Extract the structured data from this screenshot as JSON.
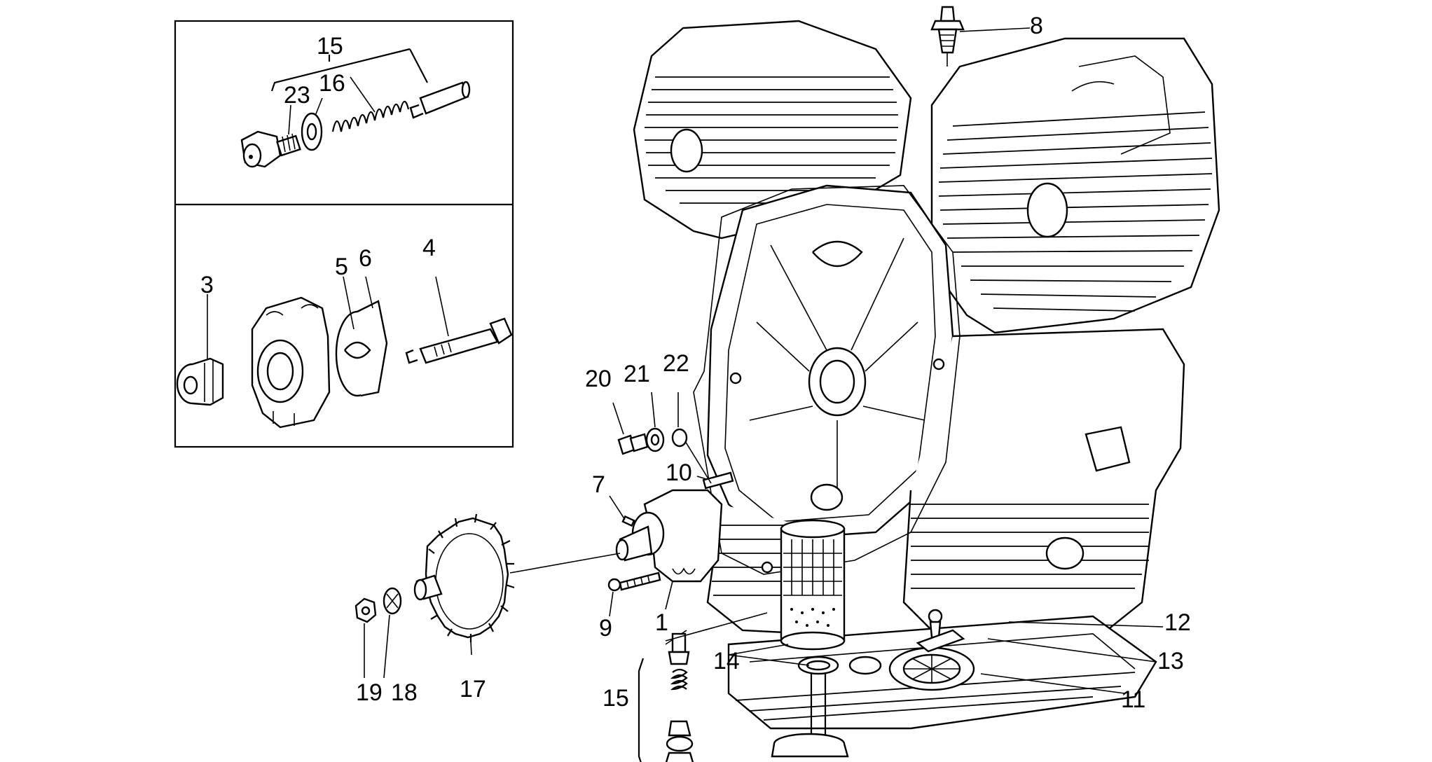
{
  "labels": {
    "l1": "1",
    "l3": "3",
    "l4": "4",
    "l5": "5",
    "l6": "6",
    "l7": "7",
    "l8": "8",
    "l9": "9",
    "l10": "10",
    "l11": "11",
    "l12": "12",
    "l13": "13",
    "l14": "14",
    "l15a": "15",
    "l15b": "15",
    "l16": "16",
    "l17": "17",
    "l18": "18",
    "l19": "19",
    "l20": "20",
    "l21": "21",
    "l22": "22",
    "l23": "23"
  }
}
